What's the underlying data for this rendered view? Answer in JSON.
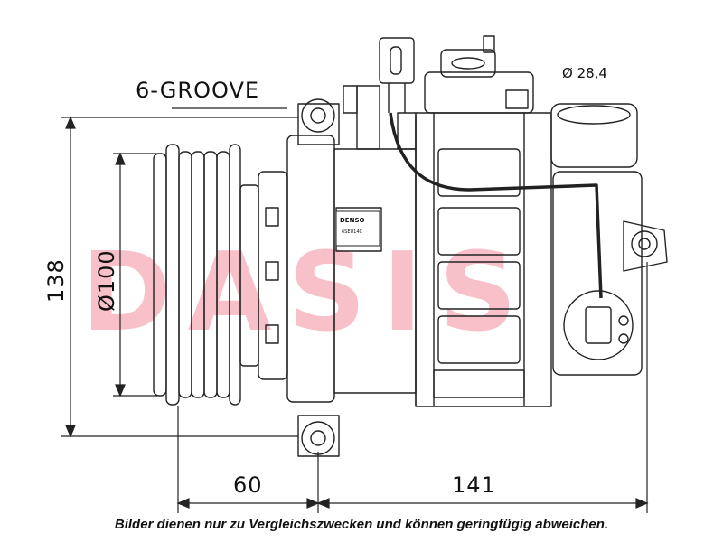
{
  "dimensions": {
    "height": "138",
    "pulley_diameter": "Ø100",
    "width_left": "60",
    "width_right": "141",
    "port_diameter": "Ø 28,4"
  },
  "pulley_label": "6-GROOVE",
  "nameplate": {
    "brand": "DENSO",
    "code": "6SEU14C"
  },
  "watermark": "DASIS",
  "disclaimer": "Bilder dienen nur zu Vergleichszwecken und können geringfügig abweichen.",
  "colors": {
    "watermark_red": "#e8233f",
    "watermark_blue": "#2244aa",
    "line": "#222222"
  }
}
